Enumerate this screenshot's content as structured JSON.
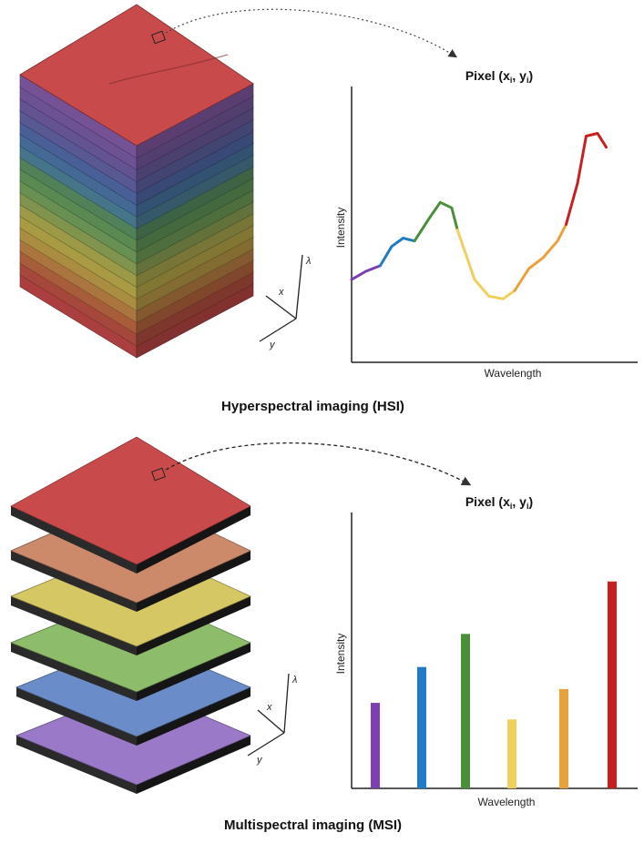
{
  "hsi": {
    "chart_title_main": "Pixel (x",
    "chart_title_sub_i": "i",
    "chart_title_mid": ", y",
    "chart_title_end": ")",
    "ylabel": "Intensity",
    "xlabel": "Wavelength",
    "caption": "Hyperspectral imaging (HSI)",
    "axis_labels": {
      "x": "x",
      "y": "y",
      "z": "λ"
    }
  },
  "msi": {
    "chart_title_main": "Pixel (x",
    "chart_title_sub_i": "i",
    "chart_title_mid": ", y",
    "chart_title_end": ")",
    "ylabel": "Intensity",
    "xlabel": "Wavelength",
    "caption": "Multispectral imaging (MSI)",
    "axis_labels": {
      "x": "x",
      "y": "y",
      "z": "λ"
    }
  },
  "chart_data": [
    {
      "type": "line",
      "title": "Pixel (xi, yi)",
      "xlabel": "Wavelength",
      "ylabel": "Intensity",
      "segments": [
        {
          "color": "#7b3fb0",
          "points": [
            [
              0,
              0.3
            ],
            [
              0.05,
              0.33
            ],
            [
              0.1,
              0.35
            ]
          ]
        },
        {
          "color": "#1f7bc4",
          "points": [
            [
              0.1,
              0.35
            ],
            [
              0.14,
              0.42
            ],
            [
              0.18,
              0.45
            ],
            [
              0.22,
              0.44
            ]
          ]
        },
        {
          "color": "#4a8f3a",
          "points": [
            [
              0.22,
              0.44
            ],
            [
              0.27,
              0.52
            ],
            [
              0.31,
              0.58
            ],
            [
              0.35,
              0.56
            ],
            [
              0.37,
              0.48
            ]
          ]
        },
        {
          "color": "#f0cf5a",
          "points": [
            [
              0.37,
              0.48
            ],
            [
              0.43,
              0.3
            ],
            [
              0.48,
              0.24
            ],
            [
              0.53,
              0.23
            ],
            [
              0.57,
              0.26
            ]
          ]
        },
        {
          "color": "#e9a23b",
          "points": [
            [
              0.57,
              0.26
            ],
            [
              0.62,
              0.34
            ],
            [
              0.67,
              0.38
            ],
            [
              0.72,
              0.44
            ],
            [
              0.75,
              0.5
            ]
          ]
        },
        {
          "color": "#c81f1f",
          "points": [
            [
              0.75,
              0.5
            ],
            [
              0.79,
              0.65
            ],
            [
              0.82,
              0.82
            ],
            [
              0.86,
              0.83
            ],
            [
              0.89,
              0.78
            ]
          ]
        }
      ]
    },
    {
      "type": "bar",
      "title": "Pixel (xi, yi)",
      "xlabel": "Wavelength",
      "ylabel": "Intensity",
      "colors": [
        "#7b3fb0",
        "#1f7bc4",
        "#4a8f3a",
        "#f0cf5a",
        "#e9a23b",
        "#c81f1f"
      ],
      "values": [
        0.31,
        0.44,
        0.56,
        0.25,
        0.36,
        0.75
      ]
    }
  ],
  "colors": {
    "hsi_layers": [
      "#c94a4a",
      "#c25545",
      "#c66d44",
      "#c98a4a",
      "#c9a64c",
      "#c6b650",
      "#b9b553",
      "#98ae5a",
      "#7aa960",
      "#6aa15f",
      "#5f9868",
      "#5289a0",
      "#4f7cae",
      "#5571b2",
      "#6668ae",
      "#7562ac",
      "#7f5fad",
      "#8a5fb0"
    ],
    "msi_layers": [
      "#c94a4a",
      "#cc8a6a",
      "#d6c765",
      "#8dbd6a",
      "#6a8dc9",
      "#9a79c9"
    ]
  }
}
